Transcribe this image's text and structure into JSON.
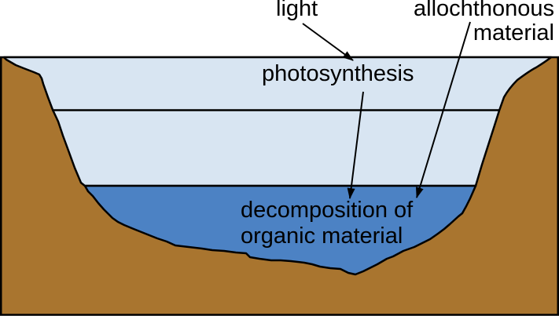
{
  "diagram": {
    "labels": {
      "light": "light",
      "allochthonous_line1": "allochthonous",
      "allochthonous_line2": "material",
      "photosynthesis": "photosynthesis",
      "decomposition_line1": "decomposition of",
      "decomposition_line2": "organic material"
    },
    "colors": {
      "background": "#ffffff",
      "ground": "#a9752f",
      "upper_water": "#d8e5f2",
      "deep_water": "#4c82c4",
      "outline": "#000000"
    }
  }
}
